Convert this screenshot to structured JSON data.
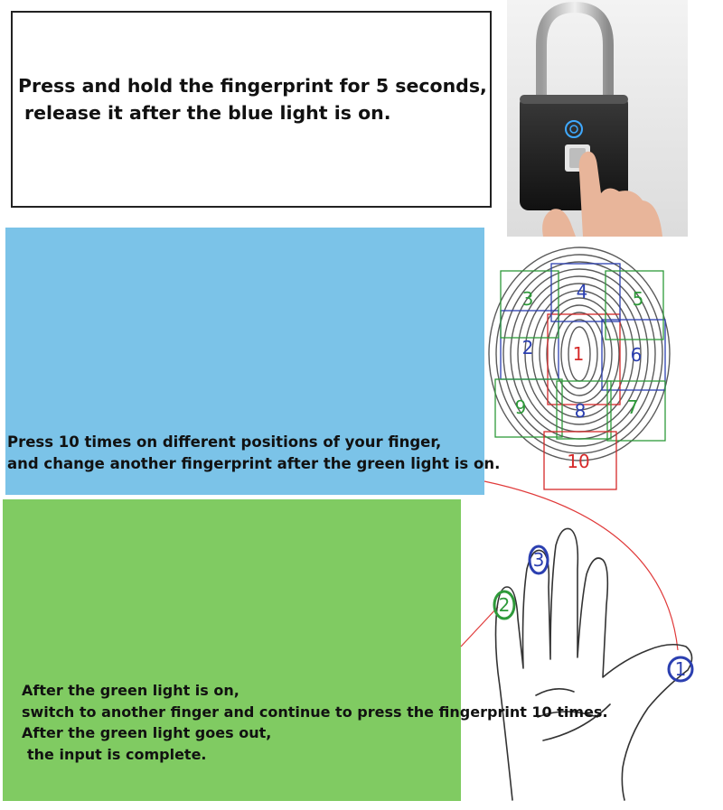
{
  "step1": {
    "lines": [
      "Press and hold the fingerprint for 5 seconds,",
      "release it after the blue light is on."
    ]
  },
  "step2": {
    "lines": [
      "Press 10 times on different positions of your finger,",
      "and change another fingerprint after the green light is on."
    ],
    "positions": [
      "1",
      "2",
      "3",
      "4",
      "5",
      "6",
      "7",
      "8",
      "9",
      "10"
    ]
  },
  "step3": {
    "lines": [
      "After the green light is on,",
      "switch to another finger and continue to press the fingerprint 10 times.",
      "After the green light goes out,",
      "the input is complete."
    ],
    "fingers": [
      "1",
      "2",
      "3"
    ]
  },
  "colors": {
    "blue_panel": "#7bc3e8",
    "green_panel": "#80cb62",
    "marker_blue": "#2b3fb0",
    "marker_green": "#2e9a3a",
    "marker_red": "#d62a2a",
    "fingerprint_lock": "#1a1a1a"
  },
  "icons": {
    "lock": "fingerprint-padlock-icon",
    "fingerprint": "fingerprint-icon",
    "hand": "hand-outline-icon"
  }
}
